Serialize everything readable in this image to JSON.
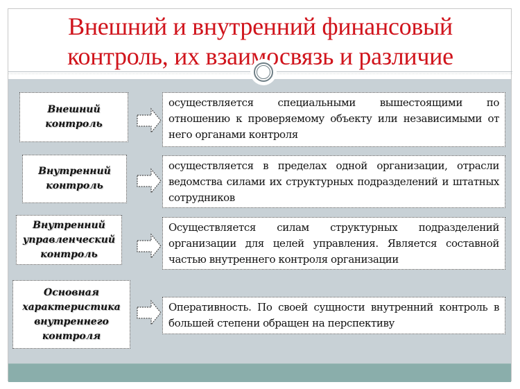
{
  "slide": {
    "title_lines": [
      "Внешний и внутренний финансовый",
      "контроль, их взаимосвязь и различие"
    ],
    "colors": {
      "title": "#d0141c",
      "panel": "#c8d1d6",
      "bottom_band": "#8aaeab",
      "box_fill": "#ffffff",
      "box_border": "#4a4a4a"
    }
  },
  "rows": [
    {
      "term": "Внешний контроль",
      "arrow_icon": "right-arrow-icon",
      "description": "осуществляется специальными вышестоящими по отношению к проверяемому объекту или независимыми от него органами контроля"
    },
    {
      "term": "Внутренний контроль",
      "arrow_icon": "right-arrow-icon",
      "description": "осуществляется в пределах одной организации, отрасли ведомства силами их структурных подразделений и штатных сотрудников"
    },
    {
      "term": "Внутренний управленческий контроль",
      "arrow_icon": "right-arrow-icon",
      "description": "Осуществляется силам структурных подразделений организации для целей управления. Является составной частью внутреннего контроля организации"
    },
    {
      "term": "Основная характеристика внутреннего контроля",
      "arrow_icon": "right-arrow-icon",
      "description": "Оперативность. По своей сущности внутренний контроль в большей степени обращен на перспективу"
    }
  ]
}
